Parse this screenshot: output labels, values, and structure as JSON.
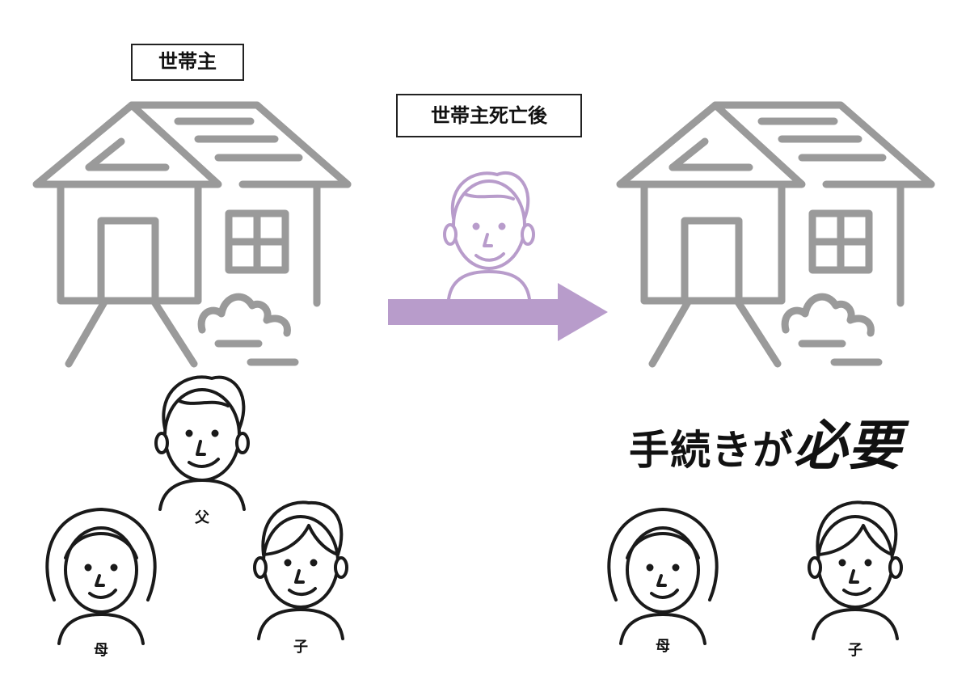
{
  "labels": {
    "head_of_household": "世帯主",
    "after_death": "世帯主死亡後"
  },
  "people": {
    "father": "父",
    "mother_left": "母",
    "child_left": "子",
    "mother_right": "母",
    "child_right": "子"
  },
  "message": {
    "prefix": "手続きが",
    "emphasis": "必要"
  },
  "colors": {
    "house": "#9a9a9a",
    "arrow": "#b89ccb",
    "deceased": "#b89ccb",
    "line": "#1a1a1a"
  },
  "icons": [
    "house-icon",
    "person-icon",
    "arrow-right-icon",
    "shrub-icon"
  ]
}
